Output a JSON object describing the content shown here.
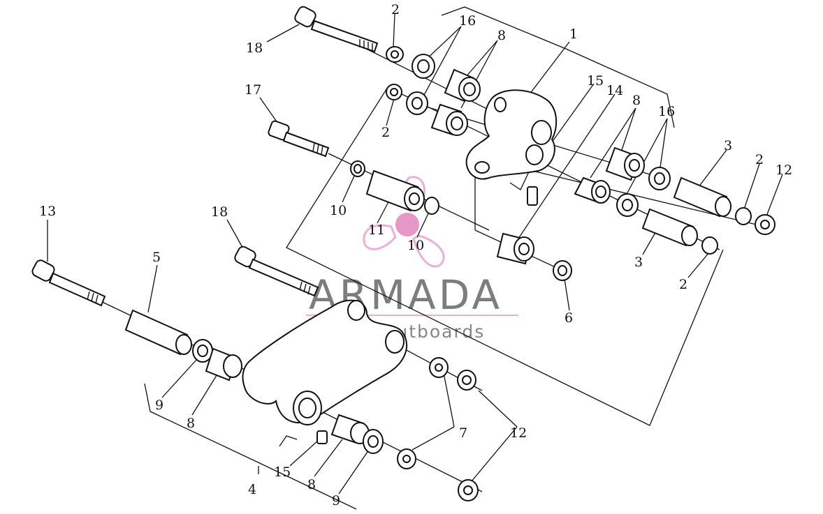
{
  "diagram": {
    "callouts": [
      {
        "id": "c-2-top",
        "text": "2"
      },
      {
        "id": "c-16-top",
        "text": "16"
      },
      {
        "id": "c-8-top",
        "text": "8"
      },
      {
        "id": "c-1",
        "text": "1"
      },
      {
        "id": "c-18-top",
        "text": "18"
      },
      {
        "id": "c-17",
        "text": "17"
      },
      {
        "id": "c-2-mid",
        "text": "2"
      },
      {
        "id": "c-15-top",
        "text": "15"
      },
      {
        "id": "c-14",
        "text": "14"
      },
      {
        "id": "c-8-right",
        "text": "8"
      },
      {
        "id": "c-16-right",
        "text": "16"
      },
      {
        "id": "c-3-top",
        "text": "3"
      },
      {
        "id": "c-2-right",
        "text": "2"
      },
      {
        "id": "c-12-right",
        "text": "12"
      },
      {
        "id": "c-10-left",
        "text": "10"
      },
      {
        "id": "c-11",
        "text": "11"
      },
      {
        "id": "c-10-mid",
        "text": "10"
      },
      {
        "id": "c-3-low",
        "text": "3"
      },
      {
        "id": "c-2-low",
        "text": "2"
      },
      {
        "id": "c-6",
        "text": "6"
      },
      {
        "id": "c-13",
        "text": "13"
      },
      {
        "id": "c-18-low",
        "text": "18"
      },
      {
        "id": "c-5",
        "text": "5"
      },
      {
        "id": "c-9-left",
        "text": "9"
      },
      {
        "id": "c-8-left",
        "text": "8"
      },
      {
        "id": "c-7",
        "text": "7"
      },
      {
        "id": "c-12-low",
        "text": "12"
      },
      {
        "id": "c-15-low",
        "text": "15"
      },
      {
        "id": "c-8-low",
        "text": "8"
      },
      {
        "id": "c-9-low",
        "text": "9"
      },
      {
        "id": "c-4",
        "text": "4"
      }
    ]
  },
  "watermark": {
    "brand": "ARMADA",
    "tagline": "marine outboards",
    "logo_color": "#e9a9cf",
    "logo_center_color": "#e48cc0",
    "text_color": "#6f6f6f"
  }
}
